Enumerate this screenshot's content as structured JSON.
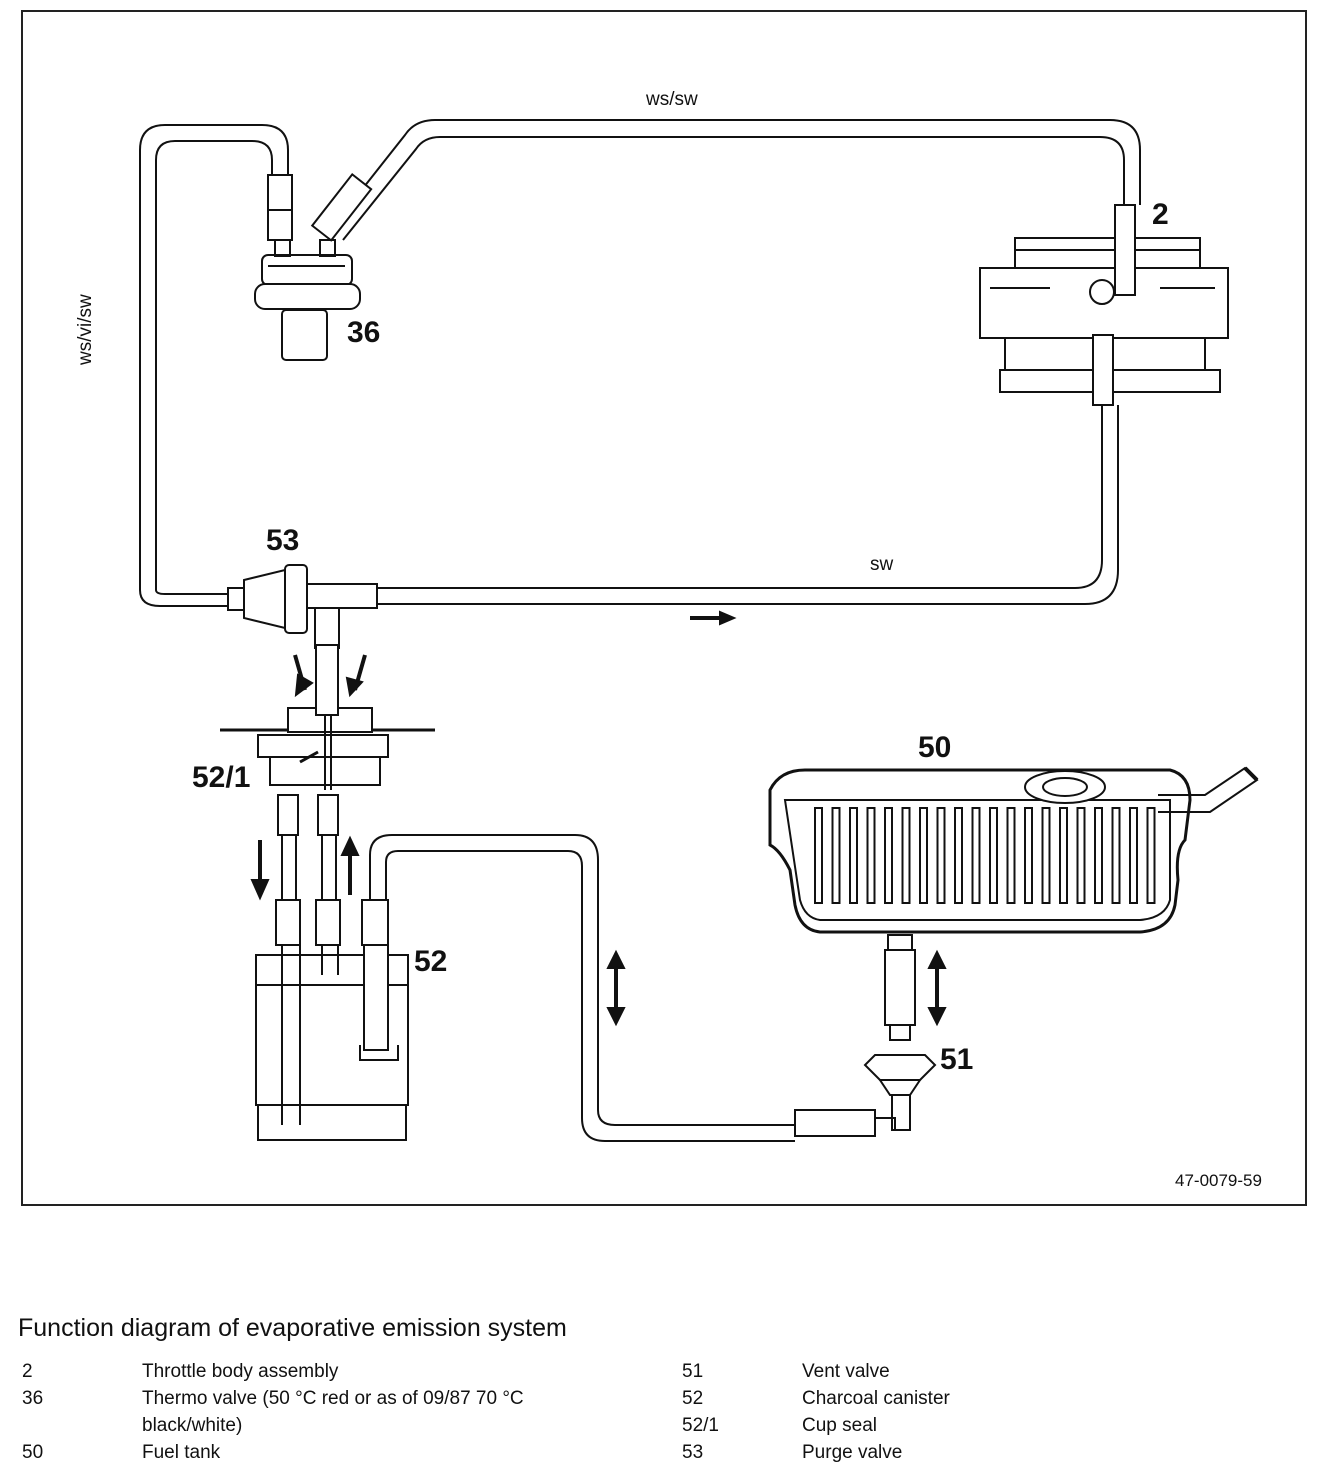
{
  "diagram": {
    "labels": {
      "throttle_body": "2",
      "thermo_valve": "36",
      "fuel_tank": "50",
      "vent_valve": "51",
      "charcoal_canister": "52",
      "cup_seal": "52/1",
      "purge_valve": "53"
    },
    "wire_colors": {
      "top": "ws/sw",
      "left": "ws/vi/sw",
      "bottom": "sw"
    },
    "figure_code": "47-0079-59"
  },
  "caption": "Function diagram of evaporative emission system",
  "legend": {
    "left": [
      {
        "num": "2",
        "text": "Throttle body assembly"
      },
      {
        "num": "36",
        "text": "Thermo valve (50 °C red or as of 09/87 70 °C"
      },
      {
        "num": "",
        "text": "black/white)"
      },
      {
        "num": "50",
        "text": "Fuel tank"
      }
    ],
    "right": [
      {
        "num": "51",
        "text": "Vent valve"
      },
      {
        "num": "52",
        "text": "Charcoal canister"
      },
      {
        "num": "52/1",
        "text": "Cup seal"
      },
      {
        "num": "53",
        "text": "Purge valve"
      }
    ]
  },
  "colors": {
    "line": "#111111",
    "background": "#ffffff"
  }
}
